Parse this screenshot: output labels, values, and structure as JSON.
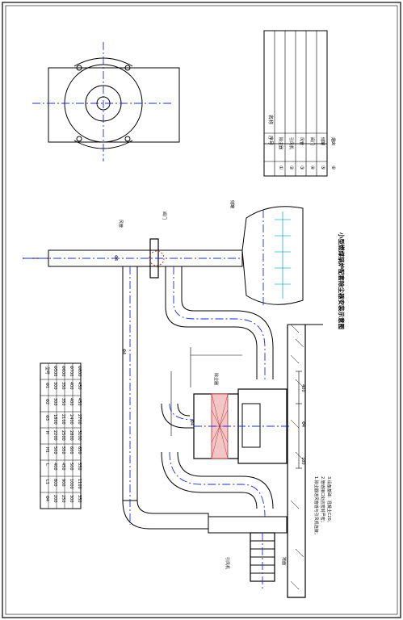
{
  "title": "小型燃煤锅炉配套除尘器安装示意图",
  "labels": {
    "inlet_pipe": "风管",
    "valve": "阀门",
    "tank": "储罐",
    "collector": "除尘器",
    "fan": "引风机",
    "ground": "地面",
    "dia1": "Φ4",
    "dia2": "Φ4",
    "dia3": "Φ4",
    "dim_height": "Φ4",
    "dim_a": "400",
    "dim_b": "180"
  },
  "notes": [
    "1.除尘器进风管道与引风机连接；",
    "2.管道接口处应密封严密；",
    "3.设备基础：混凝土C20。"
  ],
  "spec_table": {
    "headers": [
      "型号",
      "Φ1",
      "Φ2",
      "Φ3",
      "H",
      "H1",
      "L",
      "L1",
      "Φ4"
    ],
    "rows": [
      [
        "Φ500",
        "300",
        "300",
        "1800",
        "2200",
        "500",
        "400",
        "800",
        "200"
      ],
      [
        "Φ600",
        "350",
        "350",
        "2100",
        "2500",
        "550",
        "450",
        "900",
        "250"
      ],
      [
        "Φ700",
        "400",
        "400",
        "2400",
        "2800",
        "600",
        "500",
        "1000",
        "300"
      ],
      [
        "Φ800",
        "450",
        "450",
        "2700",
        "3100",
        "650",
        "550",
        "1100",
        "350"
      ]
    ]
  },
  "parts_table": {
    "header_no": "序号",
    "header_name": "名称",
    "header_note": "备注",
    "items": [
      {
        "no": "①",
        "name": "除尘器"
      },
      {
        "no": "②",
        "name": "引风机"
      },
      {
        "no": "③",
        "name": "风管"
      },
      {
        "no": "④",
        "name": "阀门"
      },
      {
        "no": "⑤",
        "name": "储罐"
      },
      {
        "no": "⑥",
        "name": "烟囱"
      }
    ]
  }
}
